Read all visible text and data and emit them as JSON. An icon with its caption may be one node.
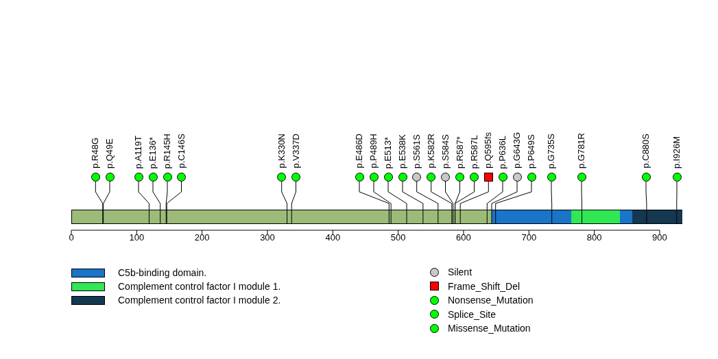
{
  "diagram": {
    "nodes": [
      {
        "text": [
          "p.R48G"
        ]
      },
      {
        "text": [
          "p.Q49E"
        ]
      },
      {
        "text": [
          "p.A119T"
        ]
      },
      {
        "text": [
          "p.E136*"
        ]
      },
      {
        "text": [
          "p.R145H"
        ]
      },
      {
        "text": [
          "p.C146S"
        ]
      },
      {
        "text": [
          "p.K330N"
        ]
      },
      {
        "text": [
          "p.V337D"
        ]
      },
      {
        "text": [
          "p.E486D"
        ]
      },
      {
        "text": [
          "p.P489H"
        ]
      },
      {
        "text": [
          "p.E513*"
        ]
      },
      {
        "text": [
          "p.E538K"
        ]
      },
      {
        "text": [
          "p.S561S"
        ]
      },
      {
        "text": [
          "p.K582R"
        ]
      },
      {
        "text": [
          "p.S584S"
        ]
      },
      {
        "text": [
          "p.R587*"
        ]
      },
      {
        "text": [
          "p.R587L"
        ]
      },
      {
        "text": [
          "p.Q595fs"
        ]
      },
      {
        "text": [
          "p.P636L"
        ]
      },
      {
        "text": [
          "p.G643G"
        ]
      },
      {
        "text": [
          "p.P649S"
        ]
      },
      {
        "text": [
          "p.G735S"
        ]
      },
      {
        "text": [
          "p.G781R"
        ]
      },
      {
        "text": [
          "p.C880S"
        ]
      },
      {
        "text": [
          "p.I926M"
        ]
      },
      {
        "text": [],
        "shape": "bar"
      },
      {
        "text": [],
        "shape": "bar",
        "in": 25
      },
      {
        "text": [],
        "shape": "bar",
        "in": 25
      },
      {
        "text": [],
        "shape": "bar",
        "in": 25
      },
      {
        "text": [],
        "shape": "bar",
        "in": 25
      }
    ],
    "edges": [
      {
        "from": 0,
        "to": 25,
        "arrow": "none"
      },
      {
        "from": 1,
        "to": 25,
        "arrow": "none"
      },
      {
        "from": 2,
        "to": 25,
        "arrow": "none"
      },
      {
        "from": 3,
        "to": 25,
        "arrow": "none"
      },
      {
        "from": 4,
        "to": 25,
        "arrow": "none"
      },
      {
        "from": 5,
        "to": 25,
        "arrow": "none"
      },
      {
        "from": 6,
        "to": 25,
        "arrow": "none"
      },
      {
        "from": 7,
        "to": 25,
        "arrow": "none"
      },
      {
        "from": 8,
        "to": 25,
        "arrow": "none"
      },
      {
        "from": 9,
        "to": 25,
        "arrow": "none"
      },
      {
        "from": 10,
        "to": 25,
        "arrow": "none"
      },
      {
        "from": 11,
        "to": 25,
        "arrow": "none"
      },
      {
        "from": 12,
        "to": 25,
        "arrow": "none"
      },
      {
        "from": 13,
        "to": 25,
        "arrow": "none"
      },
      {
        "from": 14,
        "to": 25,
        "arrow": "none"
      },
      {
        "from": 15,
        "to": 25,
        "arrow": "none"
      },
      {
        "from": 16,
        "to": 25,
        "arrow": "none"
      },
      {
        "from": 17,
        "to": 25,
        "arrow": "none"
      },
      {
        "from": 18,
        "to": 25,
        "arrow": "none"
      },
      {
        "from": 19,
        "to": 25,
        "arrow": "none"
      },
      {
        "from": 20,
        "to": 25,
        "arrow": "none"
      },
      {
        "from": 21,
        "to": 25,
        "arrow": "none"
      },
      {
        "from": 22,
        "to": 25,
        "arrow": "none"
      },
      {
        "from": 23,
        "to": 25,
        "arrow": "none"
      },
      {
        "from": 24,
        "to": 25,
        "arrow": "none"
      }
    ],
    "labels": [
      "0",
      "100",
      "200",
      "300",
      "400",
      "500",
      "600",
      "700",
      "800",
      "900"
    ],
    "legend": [
      {
        "text": "C5b-binding domain.",
        "color": "#1a74c8"
      },
      {
        "text": "Complement control factor I module 1.",
        "color": "#30e854"
      },
      {
        "text": "Complement control factor I module 2.",
        "color": "#143850"
      },
      {
        "text": "Silent",
        "color": "#c8c8c8"
      },
      {
        "text": "Frame_Shift_Del",
        "color": "#ff0000"
      },
      {
        "text": "Nonsense_Mutation",
        "color": "#00ff00"
      },
      {
        "text": "Splice_Site",
        "color": "#00ff00"
      },
      {
        "text": "Missense_Mutation",
        "color": "#00ff00"
      }
    ]
  }
}
